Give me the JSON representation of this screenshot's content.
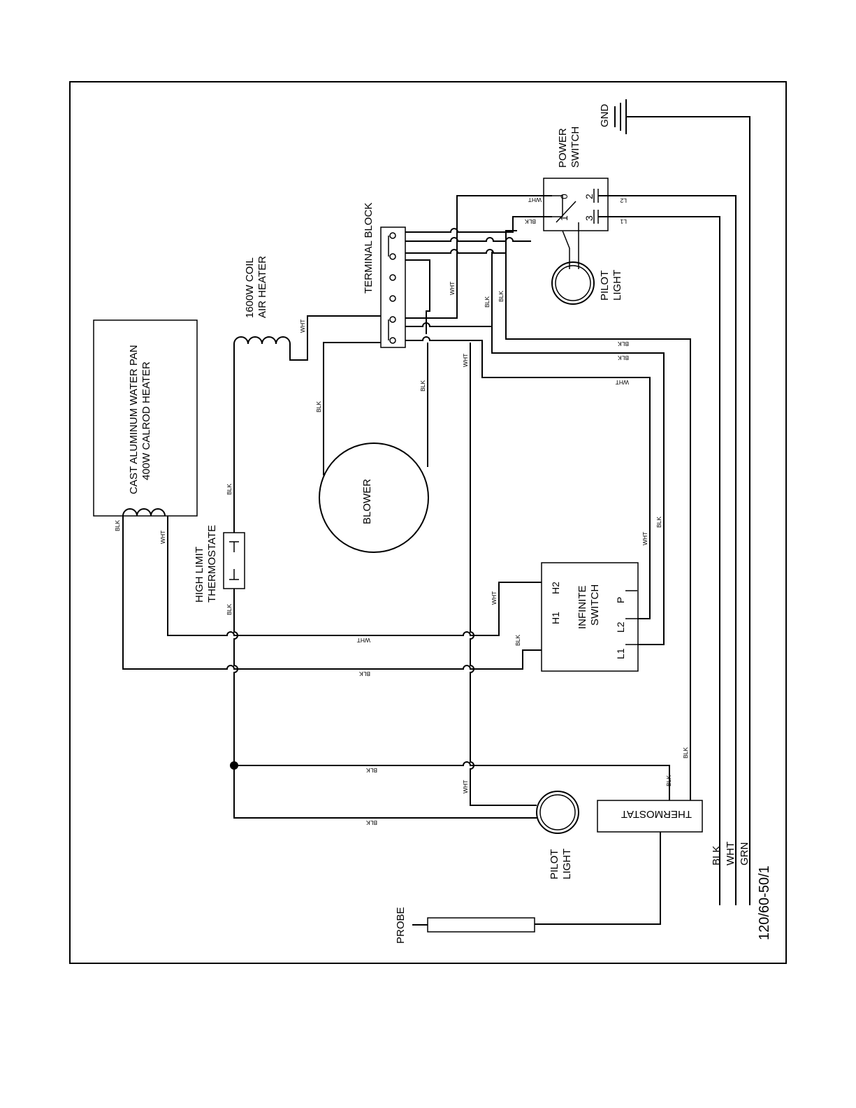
{
  "components": {
    "water_pan": [
      "CAST ALUMINUM WATER PAN",
      "400W CALROD HEATER"
    ],
    "air_heater": [
      "1600W COIL",
      "AIR HEATER"
    ],
    "terminal_block": "TERMINAL BLOCK",
    "power_switch": [
      "POWER",
      "SWITCH"
    ],
    "ground": "GND",
    "pilot_light_top": [
      "PILOT",
      "LIGHT"
    ],
    "pilot_light_bottom": [
      "PILOT",
      "LIGHT"
    ],
    "blower": "BLOWER",
    "high_limit": [
      "HIGH LIMIT",
      "THERMOSTATE"
    ],
    "infinite_switch": [
      "INFINITE",
      "SWITCH"
    ],
    "thermostat": "THERMOSTAT",
    "probe": "PROBE"
  },
  "terminals": {
    "power_switch": [
      "0",
      "1",
      "2",
      "3",
      "L2",
      "L1"
    ],
    "infinite_switch": [
      "H1",
      "H2",
      "P",
      "L2",
      "L1"
    ]
  },
  "supply": {
    "wires": [
      "BLK",
      "WHT",
      "GRN"
    ],
    "rating": "120/60-50/1"
  },
  "wire_colors": {
    "blk": "BLK",
    "wht": "WHT"
  }
}
